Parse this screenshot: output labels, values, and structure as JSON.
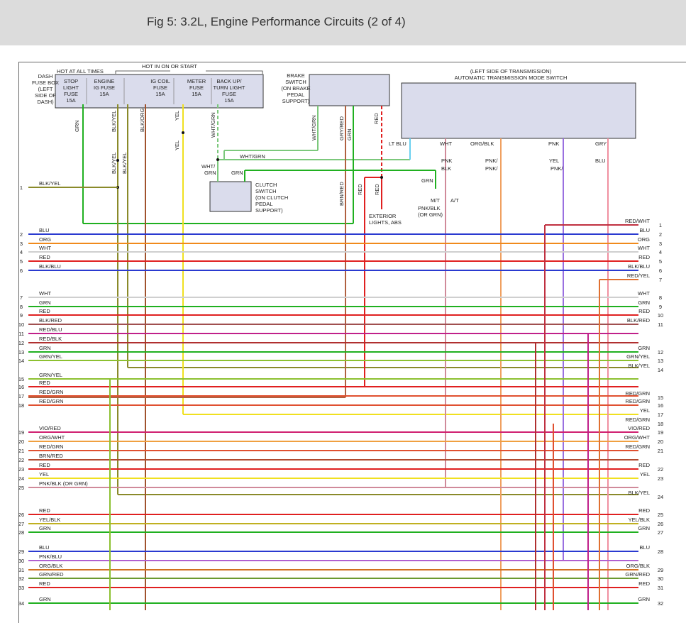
{
  "header": {
    "title": "Fig 5: 3.2L, Engine Performance Circuits (2 of 4)"
  },
  "top": {
    "hot_at_all_times": "HOT AT ALL TIMES",
    "hot_in_on": "HOT IN ON OR START",
    "dash_fuse_box": [
      "DASH",
      "FUSE BOX",
      "(LEFT",
      "SIDE OF",
      "DASH)"
    ],
    "fuses": [
      [
        "STOP",
        "LIGHT",
        "FUSE",
        "15A"
      ],
      [
        "ENGINE",
        "IG FUSE",
        "15A"
      ],
      [
        "IG COIL",
        "FUSE",
        "15A"
      ],
      [
        "METER",
        "FUSE",
        "15A"
      ],
      [
        "BACK UP/",
        "TURN LIGHT",
        "FUSE",
        "15A"
      ]
    ],
    "brake_switch": [
      "BRAKE",
      "SWITCH",
      "(ON BRAKE",
      "PEDAL",
      "SUPPORT)"
    ],
    "clutch_switch": [
      "CLUTCH",
      "SWITCH",
      "(ON CLUTCH",
      "PEDAL",
      "SUPPORT)"
    ],
    "trans_switch_title": [
      "(LEFT SIDE OF TRANSMISSION)",
      "AUTOMATIC TRANSMISSION MODE SWITCH"
    ],
    "exterior": [
      "EXTERIOR",
      "LIGHTS, ABS"
    ],
    "mt": "M/T",
    "at": "A/T",
    "pnk_blk_grn": [
      "PNK/BLK",
      "(OR GRN)"
    ]
  },
  "left_rows": [
    {
      "n": "1",
      "label": "BLK/YEL",
      "color": "#8a8a2a"
    },
    {
      "n": "2",
      "label": "BLU",
      "color": "#2a3ad0"
    },
    {
      "n": "3",
      "label": "ORG",
      "color": "#f08a1c"
    },
    {
      "n": "4",
      "label": "WHT",
      "color": "#cfcfcf"
    },
    {
      "n": "5",
      "label": "RED",
      "color": "#e02020"
    },
    {
      "n": "6",
      "label": "BLK/BLU",
      "color": "#2a3ad0"
    },
    {
      "n": "7",
      "label": "WHT",
      "color": "#cfcfcf"
    },
    {
      "n": "8",
      "label": "GRN",
      "color": "#20b020"
    },
    {
      "n": "9",
      "label": "RED",
      "color": "#e02020"
    },
    {
      "n": "10",
      "label": "BLK/RED",
      "color": "#a05050"
    },
    {
      "n": "11",
      "label": "RED/BLU",
      "color": "#c0208a"
    },
    {
      "n": "12",
      "label": "RED/BLK",
      "color": "#b03030"
    },
    {
      "n": "13",
      "label": "GRN",
      "color": "#20b020"
    },
    {
      "n": "14",
      "label": "GRN/YEL",
      "color": "#8cc030"
    },
    {
      "n": "15",
      "label": "GRN/YEL",
      "color": "#8cc030"
    },
    {
      "n": "16",
      "label": "RED",
      "color": "#e02020"
    },
    {
      "n": "17",
      "label": "RED/GRN",
      "color": "#e05030"
    },
    {
      "n": "18",
      "label": "RED/GRN",
      "color": "#e05030"
    },
    {
      "n": "19",
      "label": "VIO/RED",
      "color": "#d02070"
    },
    {
      "n": "20",
      "label": "ORG/WHT",
      "color": "#f0a040"
    },
    {
      "n": "21",
      "label": "RED/GRN",
      "color": "#e05030"
    },
    {
      "n": "22",
      "label": "BRN/RED",
      "color": "#b04a30"
    },
    {
      "n": "23",
      "label": "RED",
      "color": "#e02020"
    },
    {
      "n": "24",
      "label": "YEL",
      "color": "#f0e020"
    },
    {
      "n": "25",
      "label": "PNK/BLK (OR GRN)",
      "color": "#d08a9a"
    },
    {
      "n": "26",
      "label": "RED",
      "color": "#e02020"
    },
    {
      "n": "27",
      "label": "YEL/BLK",
      "color": "#c0b020"
    },
    {
      "n": "28",
      "label": "GRN",
      "color": "#20b020"
    },
    {
      "n": "29",
      "label": "BLU",
      "color": "#2a3ad0"
    },
    {
      "n": "30",
      "label": "PNK/BLU",
      "color": "#b060d0"
    },
    {
      "n": "31",
      "label": "ORG/BLK",
      "color": "#d07020"
    },
    {
      "n": "32",
      "label": "GRN/RED",
      "color": "#6a9a30"
    },
    {
      "n": "33",
      "label": "RED",
      "color": "#e02020"
    },
    {
      "n": "34",
      "label": "GRN",
      "color": "#20b020"
    }
  ],
  "right_rows": [
    {
      "n": "1",
      "label": "RED/WHT"
    },
    {
      "n": "2",
      "label": "BLU"
    },
    {
      "n": "3",
      "label": "ORG"
    },
    {
      "n": "4",
      "label": "WHT"
    },
    {
      "n": "5",
      "label": "RED"
    },
    {
      "n": "6",
      "label": "BLK/BLU"
    },
    {
      "n": "7",
      "label": "RED/YEL"
    },
    {
      "n": "8",
      "label": "WHT"
    },
    {
      "n": "9",
      "label": "GRN"
    },
    {
      "n": "10",
      "label": "RED"
    },
    {
      "n": "11",
      "label": "BLK/RED"
    },
    {
      "n": "12",
      "label": "GRN"
    },
    {
      "n": "13",
      "label": "GRN/YEL"
    },
    {
      "n": "14",
      "label": "BLK/YEL"
    },
    {
      "n": "15",
      "label": "RED/GRN"
    },
    {
      "n": "16",
      "label": "RED/GRN"
    },
    {
      "n": "17",
      "label": "YEL"
    },
    {
      "n": "18",
      "label": "RED/GRN"
    },
    {
      "n": "19",
      "label": "VIO/RED"
    },
    {
      "n": "20",
      "label": "ORG/WHT"
    },
    {
      "n": "21",
      "label": "RED/GRN"
    },
    {
      "n": "22",
      "label": "RED"
    },
    {
      "n": "23",
      "label": "YEL"
    },
    {
      "n": "24",
      "label": "BLK/YEL"
    },
    {
      "n": "25",
      "label": "RED"
    },
    {
      "n": "26",
      "label": "YEL/BLK"
    },
    {
      "n": "27",
      "label": "GRN"
    },
    {
      "n": "28",
      "label": "BLU"
    },
    {
      "n": "29",
      "label": "ORG/BLK"
    },
    {
      "n": "30",
      "label": "GRN/RED"
    },
    {
      "n": "31",
      "label": "RED"
    },
    {
      "n": "32",
      "label": "GRN"
    }
  ],
  "vertical_labels": [
    "GRN",
    "BLK/YEL",
    "BLK/ORG",
    "YEL",
    "WHT/GRN",
    "BLK/YEL",
    "BLK/YEL",
    "YEL",
    "WHT/GRN",
    "GRY/RED",
    "GRN",
    "RED",
    "BRN/RED",
    "RED",
    "RED"
  ],
  "wire_tags": [
    "WHT/GRN",
    "WHT/",
    "GRN",
    "GRN",
    "GRN",
    "LT BLU",
    "WHT",
    "ORG/BLK",
    "PNK",
    "GRY",
    "PNK/",
    "BLK",
    "PNK/",
    "YEL",
    "PNK/",
    "BLU",
    "PNK"
  ]
}
